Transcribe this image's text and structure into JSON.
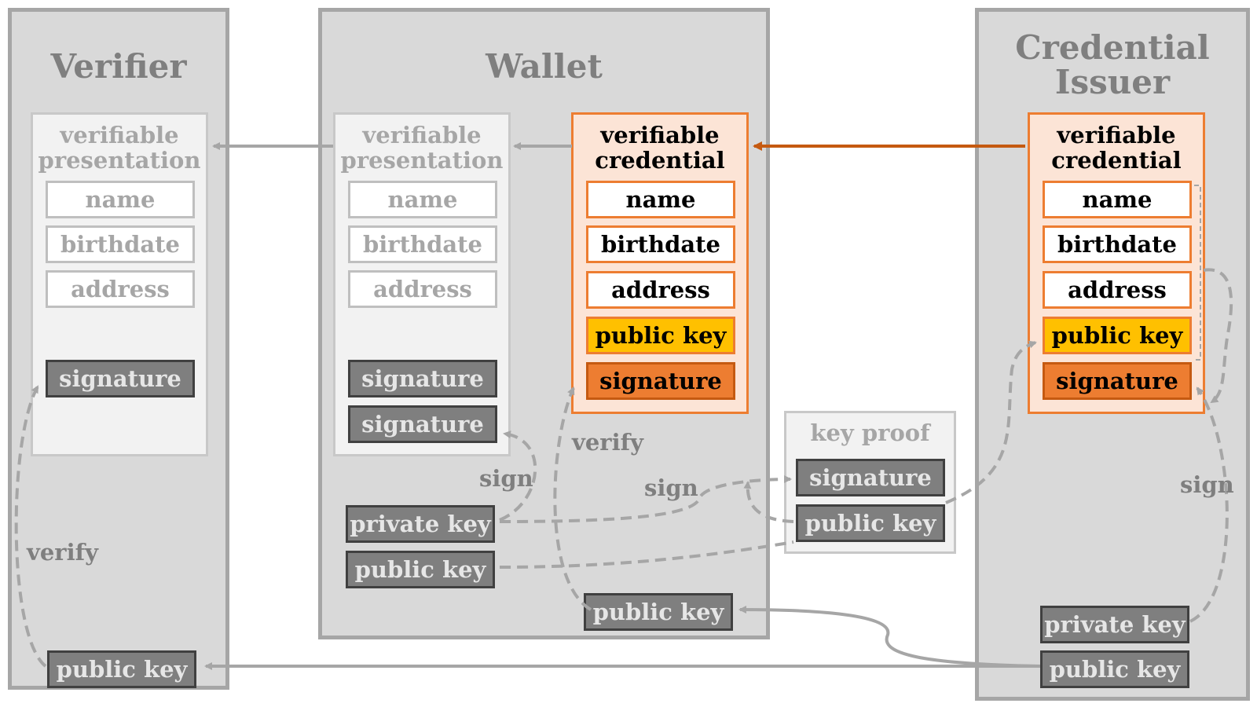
{
  "panels": {
    "verifier": {
      "title": "Verifier",
      "presentation": {
        "title_line1": "verifiable",
        "title_line2": "presentation",
        "fields": [
          "name",
          "birthdate",
          "address"
        ],
        "signature": "signature"
      },
      "public_key": "public key"
    },
    "wallet": {
      "title": "Wallet",
      "presentation": {
        "title_line1": "verifiable",
        "title_line2": "presentation",
        "fields": [
          "name",
          "birthdate",
          "address"
        ],
        "signatures": [
          "signature",
          "signature"
        ]
      },
      "credential": {
        "title_line1": "verifiable",
        "title_line2": "credential",
        "fields": [
          "name",
          "birthdate",
          "address"
        ],
        "public_key": "public key",
        "signature": "signature"
      },
      "private_key": "private key",
      "public_key": "public key",
      "issuer_public_key": "public key"
    },
    "issuer": {
      "title_line1": "Credential",
      "title_line2": "Issuer",
      "credential": {
        "title_line1": "verifiable",
        "title_line2": "credential",
        "fields": [
          "name",
          "birthdate",
          "address"
        ],
        "public_key": "public key",
        "signature": "signature"
      },
      "private_key": "private key",
      "public_key": "public key"
    }
  },
  "key_proof": {
    "title": "key proof",
    "signature": "signature",
    "public_key": "public key"
  },
  "labels": {
    "verify_left": "verify",
    "verify_wallet": "verify",
    "sign_wallet": "sign",
    "sign_keyproof": "sign",
    "sign_issuer": "sign"
  },
  "colors": {
    "panel": "#d9d9d9",
    "credential_fill": "#fce4d6",
    "credential_border": "#ed7d31",
    "public_key_highlight": "#ffc000",
    "signature_highlight": "#ed7d31",
    "issuance_arrow": "#c55a11",
    "key_box": "#7f7f7f",
    "connector": "#a6a6a6"
  }
}
